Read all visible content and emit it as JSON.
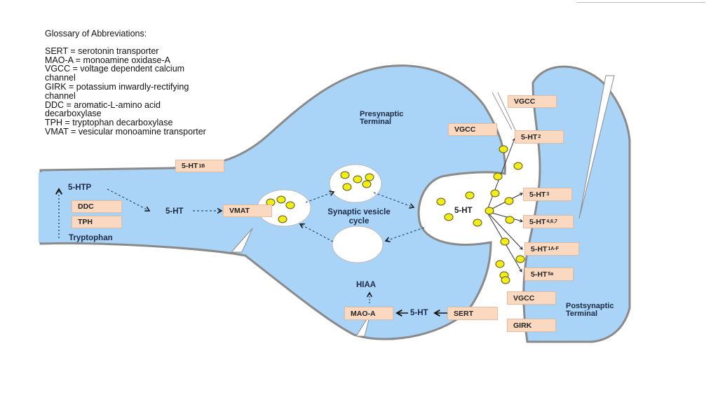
{
  "glossary": {
    "title": "Glossary of Abbreviations:",
    "lines": [
      "SERT = serotonin transporter",
      "MAO-A = monoamine oxidase-A",
      "VGCC = voltage dependent calcium",
      "channel",
      "GIRK = potassium inwardly-rectifying",
      "channel",
      "DDC = aromatic-L-amino acid",
      "decarboxylase",
      "TPH = tryptophan decarboxylase",
      "VMAT = vesicular monoamine transporter"
    ]
  },
  "regions": {
    "presynaptic": "Presynaptic\nTerminal",
    "presynaptic_l1": "Presynaptic",
    "presynaptic_l2": "Terminal",
    "postsynaptic_l1": "Postsynaptic",
    "postsynaptic_l2": "Terminal",
    "vesicle_cycle_l1": "Synaptic vesicle",
    "vesicle_cycle_l2": "cycle"
  },
  "pathway": {
    "tryptophan": "Tryptophan",
    "htp": "5-HTP",
    "ht_cyto": "5-HT",
    "ht_cleft": "5-HT",
    "ht_reuptake": "5-HT",
    "hiaa": "HIAA"
  },
  "boxes": {
    "ddc": "DDC",
    "tph": "TPH",
    "vmat": "VMAT",
    "mao_a": "MAO-A",
    "sert": "SERT",
    "ht1b": {
      "base": "5-HT",
      "sub": "1B"
    },
    "vgcc_pre": "VGCC",
    "vgcc_top": "VGCC",
    "ht2": {
      "base": "5-HT",
      "sub": "2"
    },
    "ht3": {
      "base": "5-HT",
      "sub": "3"
    },
    "ht467": {
      "base": "5-HT",
      "sub": "4,6,7"
    },
    "ht1af": {
      "base": "5-HT",
      "sub": "1A-F"
    },
    "ht5a": {
      "base": "5-HT",
      "sub": "5a"
    },
    "vgcc_post": "VGCC",
    "girk": "GIRK"
  },
  "colors": {
    "cell_fill": "#a9d4f7",
    "membrane": "#8a8a8a",
    "label_fill": "#fad9c0",
    "serotonin_dot": "#f3ec1c",
    "text": "#1d2a44"
  }
}
